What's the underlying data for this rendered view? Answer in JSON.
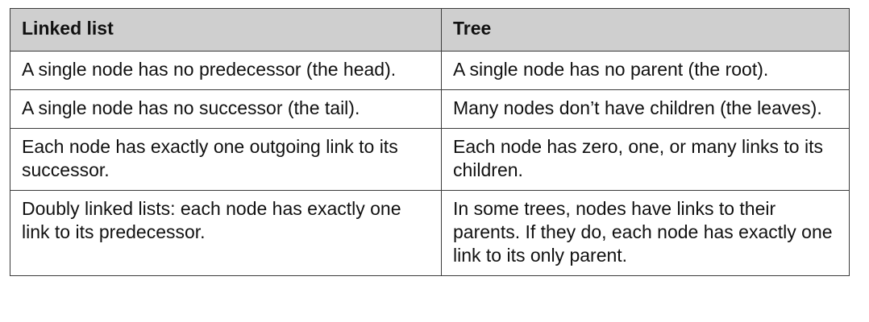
{
  "table": {
    "headers": [
      "Linked list",
      "Tree"
    ],
    "rows": [
      [
        "A single node has no predecessor (the head).",
        "A single node has no parent (the root)."
      ],
      [
        "A single node has no successor (the tail).",
        "Many nodes don’t have children (the leaves)."
      ],
      [
        "Each node has exactly one outgoing link to its successor.",
        "Each node has zero, one, or many links to its children."
      ],
      [
        "Doubly linked lists: each node has exactly one link to its predecessor.",
        "In some trees, nodes have links to their parents. If they do, each node has exactly one link to its only parent."
      ]
    ]
  }
}
